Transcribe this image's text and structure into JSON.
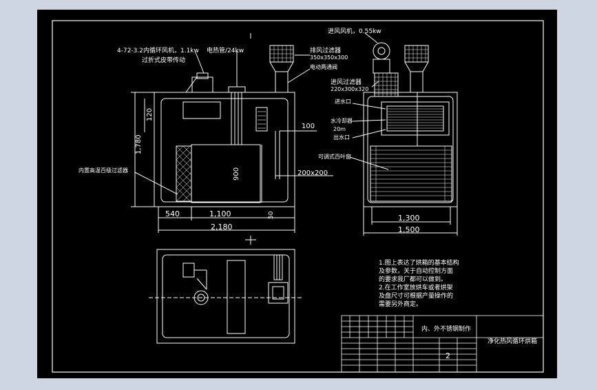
{
  "colors": {
    "viewport": "#cdd6e1",
    "paper": "#000000",
    "line": "#ffffff",
    "dim": "#e8e8e8"
  },
  "front": {
    "fan_label_1": "4-72-3.2内循环风机，1.1kw",
    "fan_label_2": "过折式皮带传动",
    "heater_label": "电热管/24kw",
    "filter_label": "内置高温百级过滤器",
    "dim_120": "120",
    "dim_1780": "1,780",
    "dim_900": "900",
    "dim_100": "100",
    "dim_200x200": "200x200",
    "dim_50": "50",
    "dim_540": "540",
    "dim_1100": "1,100",
    "dim_2180": "2,180"
  },
  "side": {
    "intake_fan": "进风风机，0.55kw",
    "exhaust_filter": "排风过滤器",
    "exhaust_filter_size": "350x350x300",
    "damper": "电动两通阀",
    "intake_filter": "进风过滤器",
    "intake_filter_size": "220x300x320",
    "water_in": "进水口",
    "cooler": "水冷却器",
    "cooler_area": "20m",
    "water_out": "出水口",
    "louver": "可调式百叶窗",
    "dim_1300": "1,300",
    "dim_1500": "1,500"
  },
  "notes": {
    "line1": "1.图上表达了烘箱的基本结构",
    "line2": "及参数，关于自动控制方面",
    "line3": "的要求我厂都可以做到。",
    "line4": "2.在工作室放烘车或者烘架",
    "line5": "及盘尺寸可根据产量操作的",
    "line6": "需要另外商定。"
  },
  "title_block": {
    "material": "内、外不锈钢制作",
    "product": "净化热风循环烘箱",
    "count": "2"
  }
}
